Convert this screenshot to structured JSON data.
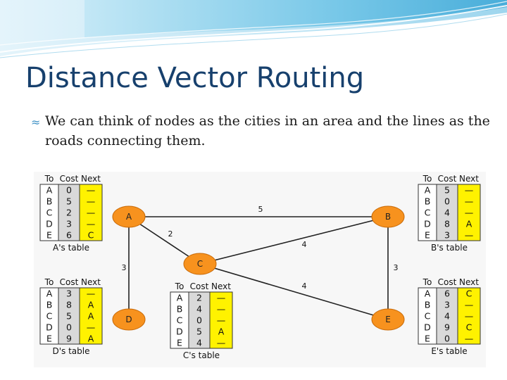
{
  "title": "Distance Vector Routing",
  "bullet": {
    "icon": "wave-bullet-icon",
    "text": "We can think of nodes as the cities in an area and the lines as the roads connecting them."
  },
  "colors": {
    "title": "#17406d",
    "node_fill": "#f7921e",
    "node_stroke": "#c86a08",
    "next_column": "#fff200",
    "table_grey": "#d9d9d9",
    "header_wave": "#5fb8de"
  },
  "diagram": {
    "nodes": [
      "A",
      "B",
      "C",
      "D",
      "E"
    ],
    "edges": [
      {
        "from": "A",
        "to": "B",
        "cost": "5"
      },
      {
        "from": "A",
        "to": "C",
        "cost": "2"
      },
      {
        "from": "A",
        "to": "D",
        "cost": "3"
      },
      {
        "from": "B",
        "to": "C",
        "cost": "4"
      },
      {
        "from": "B",
        "to": "E",
        "cost": "3"
      },
      {
        "from": "C",
        "to": "E",
        "cost": "4"
      }
    ],
    "column_headers": {
      "to": "To",
      "cost": "Cost",
      "next": "Next"
    },
    "tables": [
      {
        "node": "A",
        "caption": "A's table",
        "rows": [
          [
            "A",
            "0",
            "—"
          ],
          [
            "B",
            "5",
            "—"
          ],
          [
            "C",
            "2",
            "—"
          ],
          [
            "D",
            "3",
            "—"
          ],
          [
            "E",
            "6",
            "C"
          ]
        ]
      },
      {
        "node": "B",
        "caption": "B's table",
        "rows": [
          [
            "A",
            "5",
            "—"
          ],
          [
            "B",
            "0",
            "—"
          ],
          [
            "C",
            "4",
            "—"
          ],
          [
            "D",
            "8",
            "A"
          ],
          [
            "E",
            "3",
            "—"
          ]
        ]
      },
      {
        "node": "C",
        "caption": "C's table",
        "rows": [
          [
            "A",
            "2",
            "—"
          ],
          [
            "B",
            "4",
            "—"
          ],
          [
            "C",
            "0",
            "—"
          ],
          [
            "D",
            "5",
            "A"
          ],
          [
            "E",
            "4",
            "—"
          ]
        ]
      },
      {
        "node": "D",
        "caption": "D's table",
        "rows": [
          [
            "A",
            "3",
            "—"
          ],
          [
            "B",
            "8",
            "A"
          ],
          [
            "C",
            "5",
            "A"
          ],
          [
            "D",
            "0",
            "—"
          ],
          [
            "E",
            "9",
            "A"
          ]
        ]
      },
      {
        "node": "E",
        "caption": "E's table",
        "rows": [
          [
            "A",
            "6",
            "C"
          ],
          [
            "B",
            "3",
            "—"
          ],
          [
            "C",
            "4",
            "—"
          ],
          [
            "D",
            "9",
            "C"
          ],
          [
            "E",
            "0",
            "—"
          ]
        ]
      }
    ]
  }
}
